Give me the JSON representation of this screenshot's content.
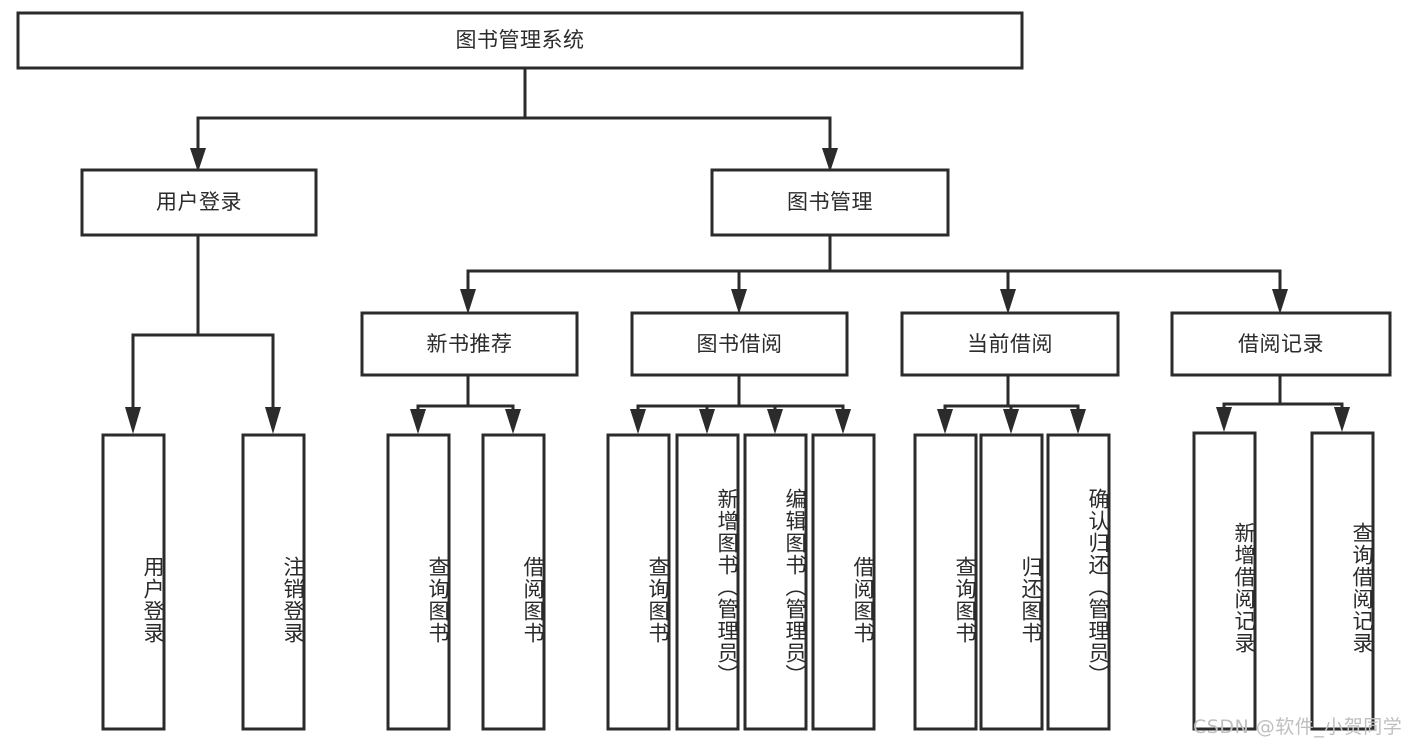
{
  "diagram": {
    "title": "图书管理系统",
    "type": "tree-hierarchy-chart",
    "colors": {
      "stroke": "#2b2b2b",
      "fill": "#ffffff",
      "text": "#2b2b2b",
      "watermark": "#bfbfbf"
    },
    "root": {
      "label": "图书管理系统"
    },
    "level2": [
      {
        "label": "用户登录"
      },
      {
        "label": "图书管理"
      }
    ],
    "level3": [
      {
        "label": "新书推荐"
      },
      {
        "label": "图书借阅"
      },
      {
        "label": "当前借阅"
      },
      {
        "label": "借阅记录"
      }
    ],
    "leaves": {
      "user_login": [
        {
          "label": "用户登录"
        },
        {
          "label": "注销登录"
        }
      ],
      "new_book_recommend": [
        {
          "label": "查询图书"
        },
        {
          "label": "借阅图书"
        }
      ],
      "book_borrow": [
        {
          "label": "查询图书"
        },
        {
          "label": "新增图书（管理员）"
        },
        {
          "label": "编辑图书（管理员）"
        },
        {
          "label": "借阅图书"
        }
      ],
      "current_borrow": [
        {
          "label": "查询图书"
        },
        {
          "label": "归还图书"
        },
        {
          "label": "确认归还（管理员）"
        }
      ],
      "borrow_record": [
        {
          "label": "新增借阅记录"
        },
        {
          "label": "查询借阅记录"
        }
      ]
    }
  },
  "watermark": {
    "text": "CSDN @软件_小贺同学"
  }
}
